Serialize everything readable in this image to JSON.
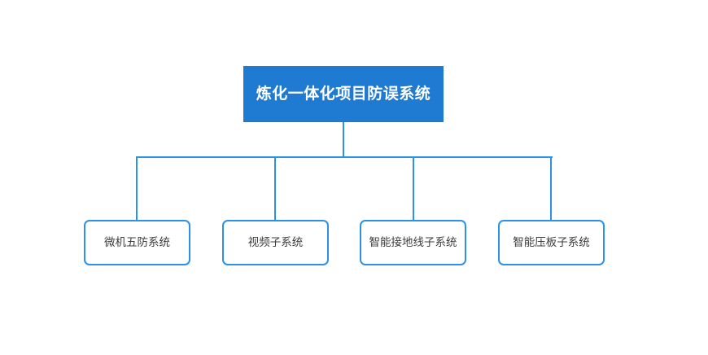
{
  "diagram": {
    "type": "organization-tree",
    "orientation": "top-down",
    "background_color": "#ffffff",
    "root": {
      "label": "炼化一体化项目防误系统",
      "fill_color": "#1f7ad1",
      "text_color": "#ffffff"
    },
    "connector_color": "#2b92e8",
    "children": [
      {
        "label": "微机五防系统",
        "border_color": "#2b92e8",
        "fill_color": "#ffffff",
        "text_color": "#3c3c3c"
      },
      {
        "label": "视频子系统",
        "border_color": "#2b92e8",
        "fill_color": "#ffffff",
        "text_color": "#3c3c3c"
      },
      {
        "label": "智能接地线子系统",
        "border_color": "#2b92e8",
        "fill_color": "#ffffff",
        "text_color": "#3c3c3c"
      },
      {
        "label": "智能压板子系统",
        "border_color": "#2b92e8",
        "fill_color": "#ffffff",
        "text_color": "#3c3c3c"
      }
    ]
  }
}
